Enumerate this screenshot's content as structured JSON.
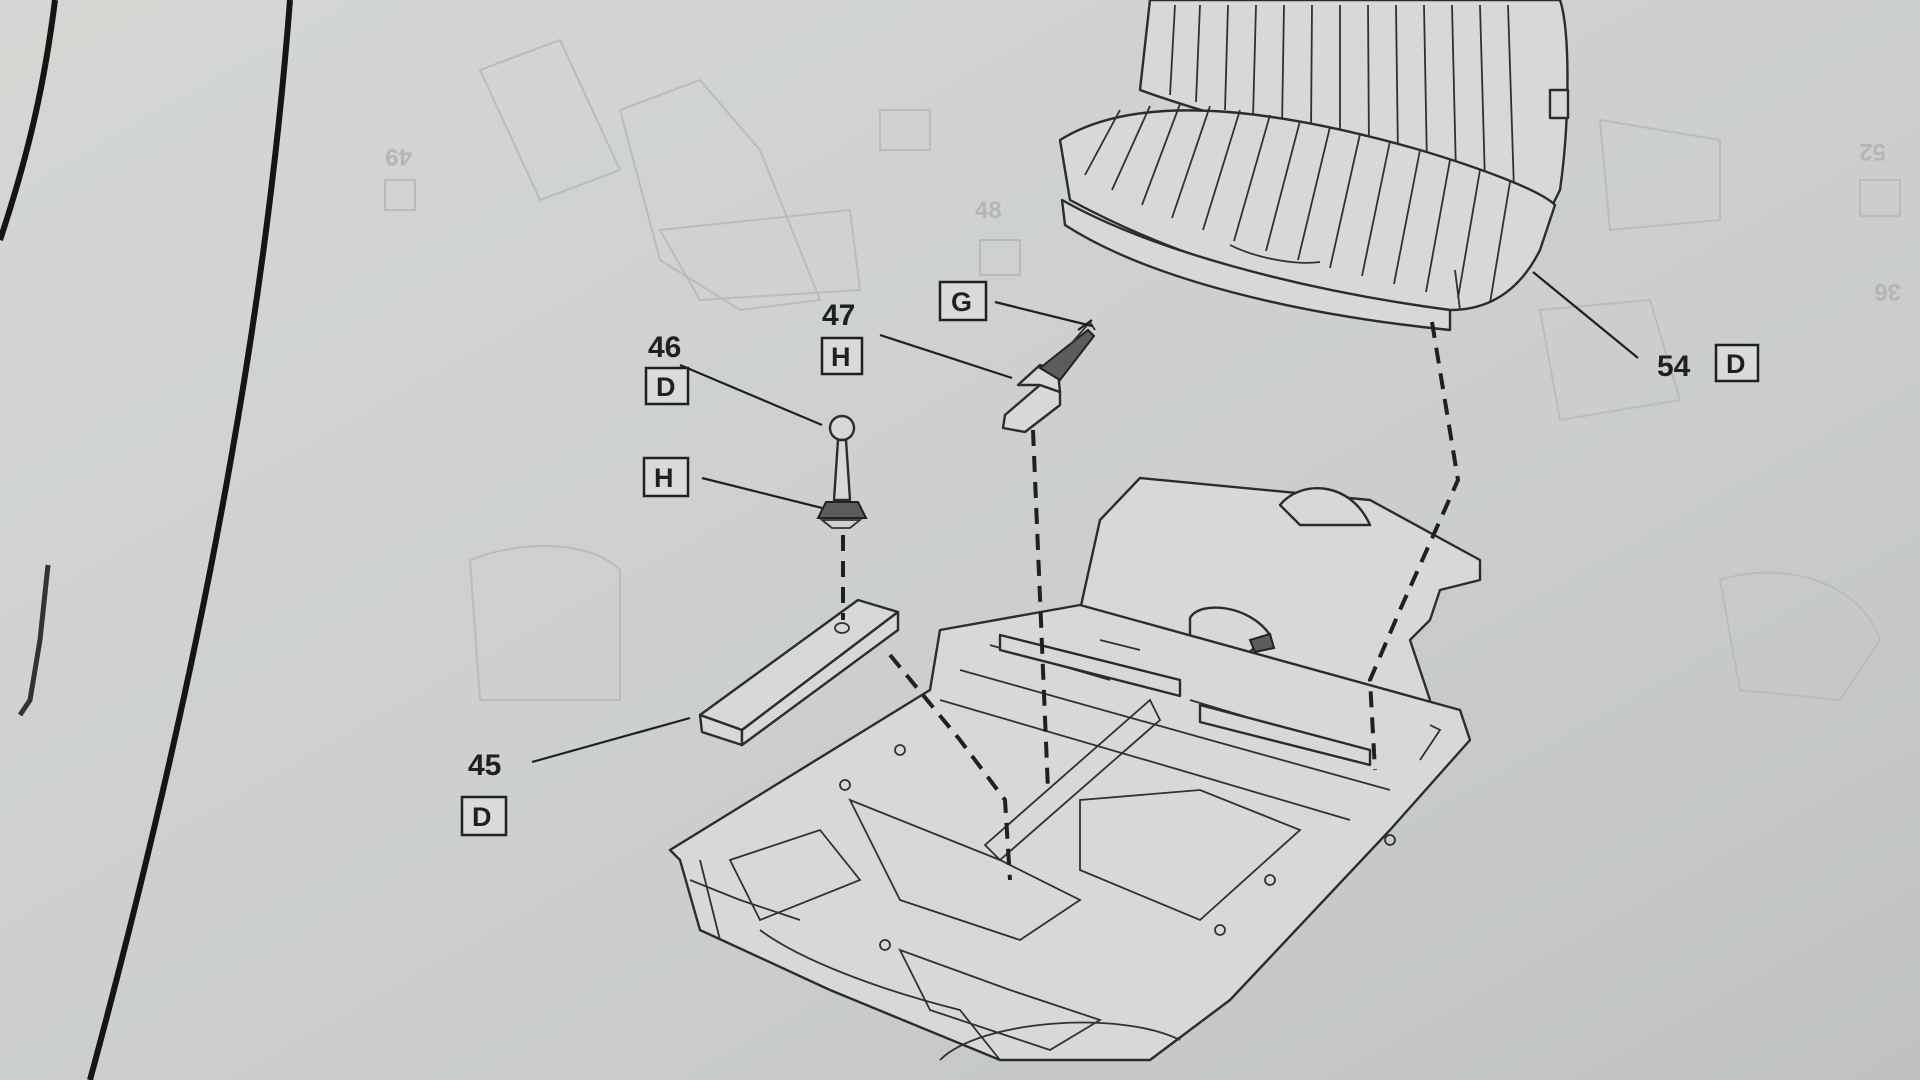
{
  "callouts": [
    {
      "number": "45",
      "letter": "D"
    },
    {
      "number": "46",
      "letter": "D"
    },
    {
      "number": "47",
      "letter": "H"
    },
    {
      "number": "54",
      "letter": "D"
    }
  ],
  "standalone_letters": [
    "H",
    "G"
  ],
  "ghost_labels": [
    "49",
    "48",
    "52",
    "36"
  ]
}
